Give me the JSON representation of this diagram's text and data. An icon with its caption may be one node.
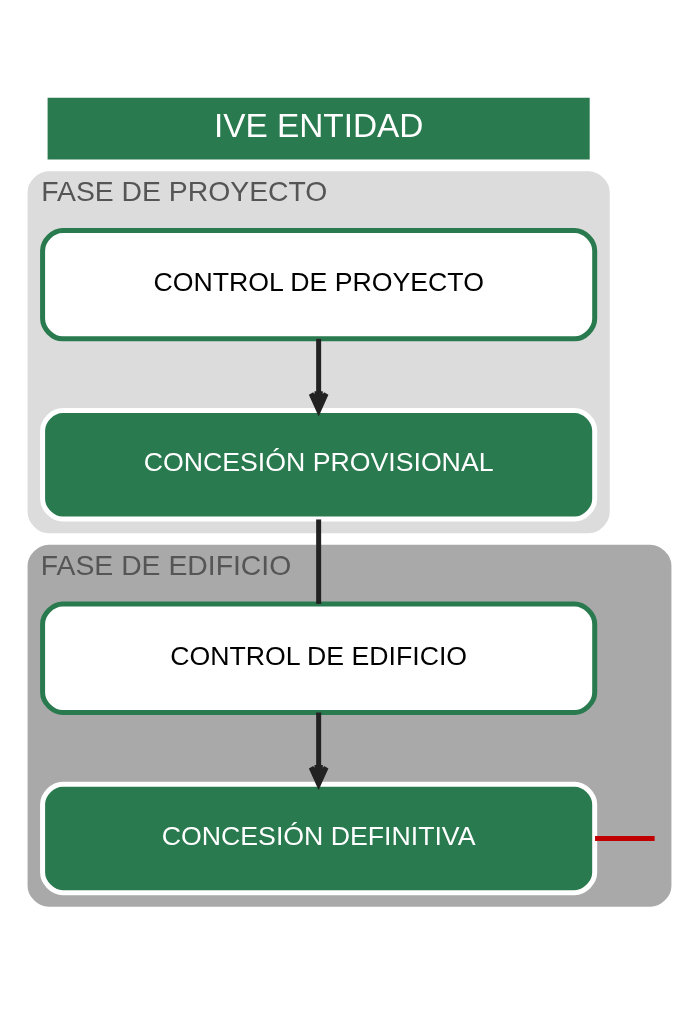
{
  "diagram": {
    "nodes": [
      {
        "text": [
          "IVE ENTIDAD"
        ]
      },
      {
        "text": [
          "FASE DE PROYECTO"
        ]
      },
      {
        "text": [
          "CONTROL DE PROYECTO"
        ],
        "in": 1
      },
      {
        "text": [
          "CONCESIÓN PROVISIONAL"
        ],
        "in": 1
      },
      {
        "text": [
          "FASE DE EDIFICIO"
        ]
      },
      {
        "text": [
          "CONTROL DE EDIFICIO"
        ],
        "in": 4
      },
      {
        "text": [
          "CONCESIÓN DEFINITIVA"
        ],
        "in": 4
      }
    ],
    "edges": [
      {
        "from": 2,
        "to": 3,
        "arrow": "to"
      },
      {
        "from": 3,
        "to": 5,
        "arrow": "none"
      },
      {
        "from": 5,
        "to": 6,
        "arrow": "to"
      },
      {
        "from": 6,
        "to": null,
        "arrow": "none",
        "color": "#c00000"
      }
    ]
  }
}
